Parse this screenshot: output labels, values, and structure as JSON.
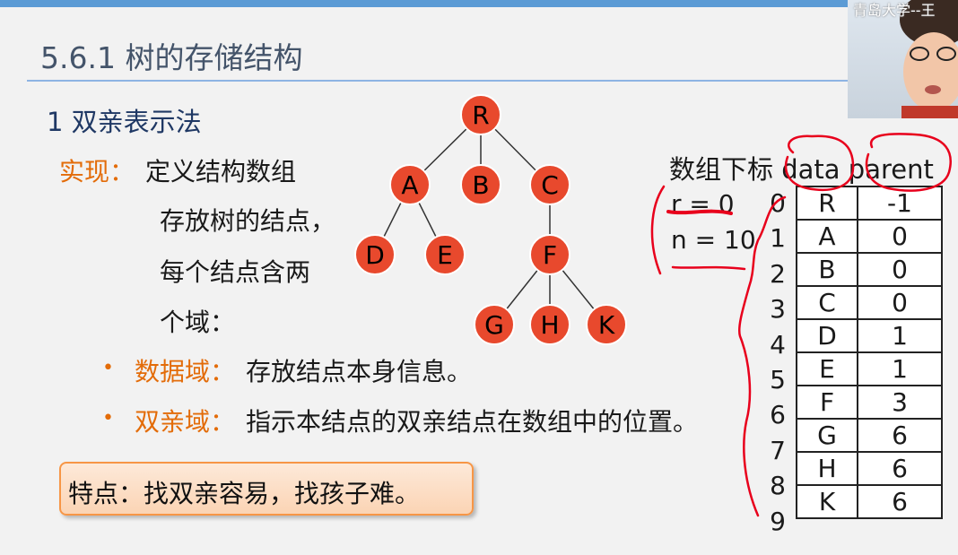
{
  "slide": {
    "title": "5.6.1 树的存储结构",
    "heading": "1 双亲表示法",
    "impl_label": "实现：",
    "impl_text": "定义结构数组",
    "desc_lines": [
      "存放树的结点，",
      "每个结点含两",
      "个域："
    ],
    "bullets": [
      {
        "label": "数据域：",
        "text": "存放结点本身信息。"
      },
      {
        "label": "双亲域：",
        "text": "指示本结点的双亲结点在数组中的位置。"
      }
    ],
    "feature": "特点：找双亲容易，找孩子难。"
  },
  "tree": {
    "nodes": [
      "R",
      "A",
      "B",
      "C",
      "D",
      "E",
      "F",
      "G",
      "H",
      "K"
    ],
    "parents": [
      -1,
      0,
      0,
      0,
      1,
      1,
      3,
      6,
      6,
      6
    ],
    "node_fill": "#e8492d"
  },
  "array": {
    "header_label": "数组下标",
    "col_data": "data",
    "col_parent": "parent",
    "r_text": "r = 0",
    "n_text": "n = 10",
    "indices": [
      "0",
      "1",
      "2",
      "3",
      "4",
      "5",
      "6",
      "7",
      "8",
      "9"
    ],
    "rows": [
      {
        "data": "R",
        "parent": "-1"
      },
      {
        "data": "A",
        "parent": "0"
      },
      {
        "data": "B",
        "parent": "0"
      },
      {
        "data": "C",
        "parent": "0"
      },
      {
        "data": "D",
        "parent": "1"
      },
      {
        "data": "E",
        "parent": "1"
      },
      {
        "data": "F",
        "parent": "3"
      },
      {
        "data": "G",
        "parent": "6"
      },
      {
        "data": "H",
        "parent": "6"
      },
      {
        "data": "K",
        "parent": "6"
      }
    ]
  },
  "webcam": {
    "caption": "青岛大学--王"
  },
  "colors": {
    "accent": "#e36c09",
    "title": "#44546a",
    "ink": "#e8001c"
  }
}
